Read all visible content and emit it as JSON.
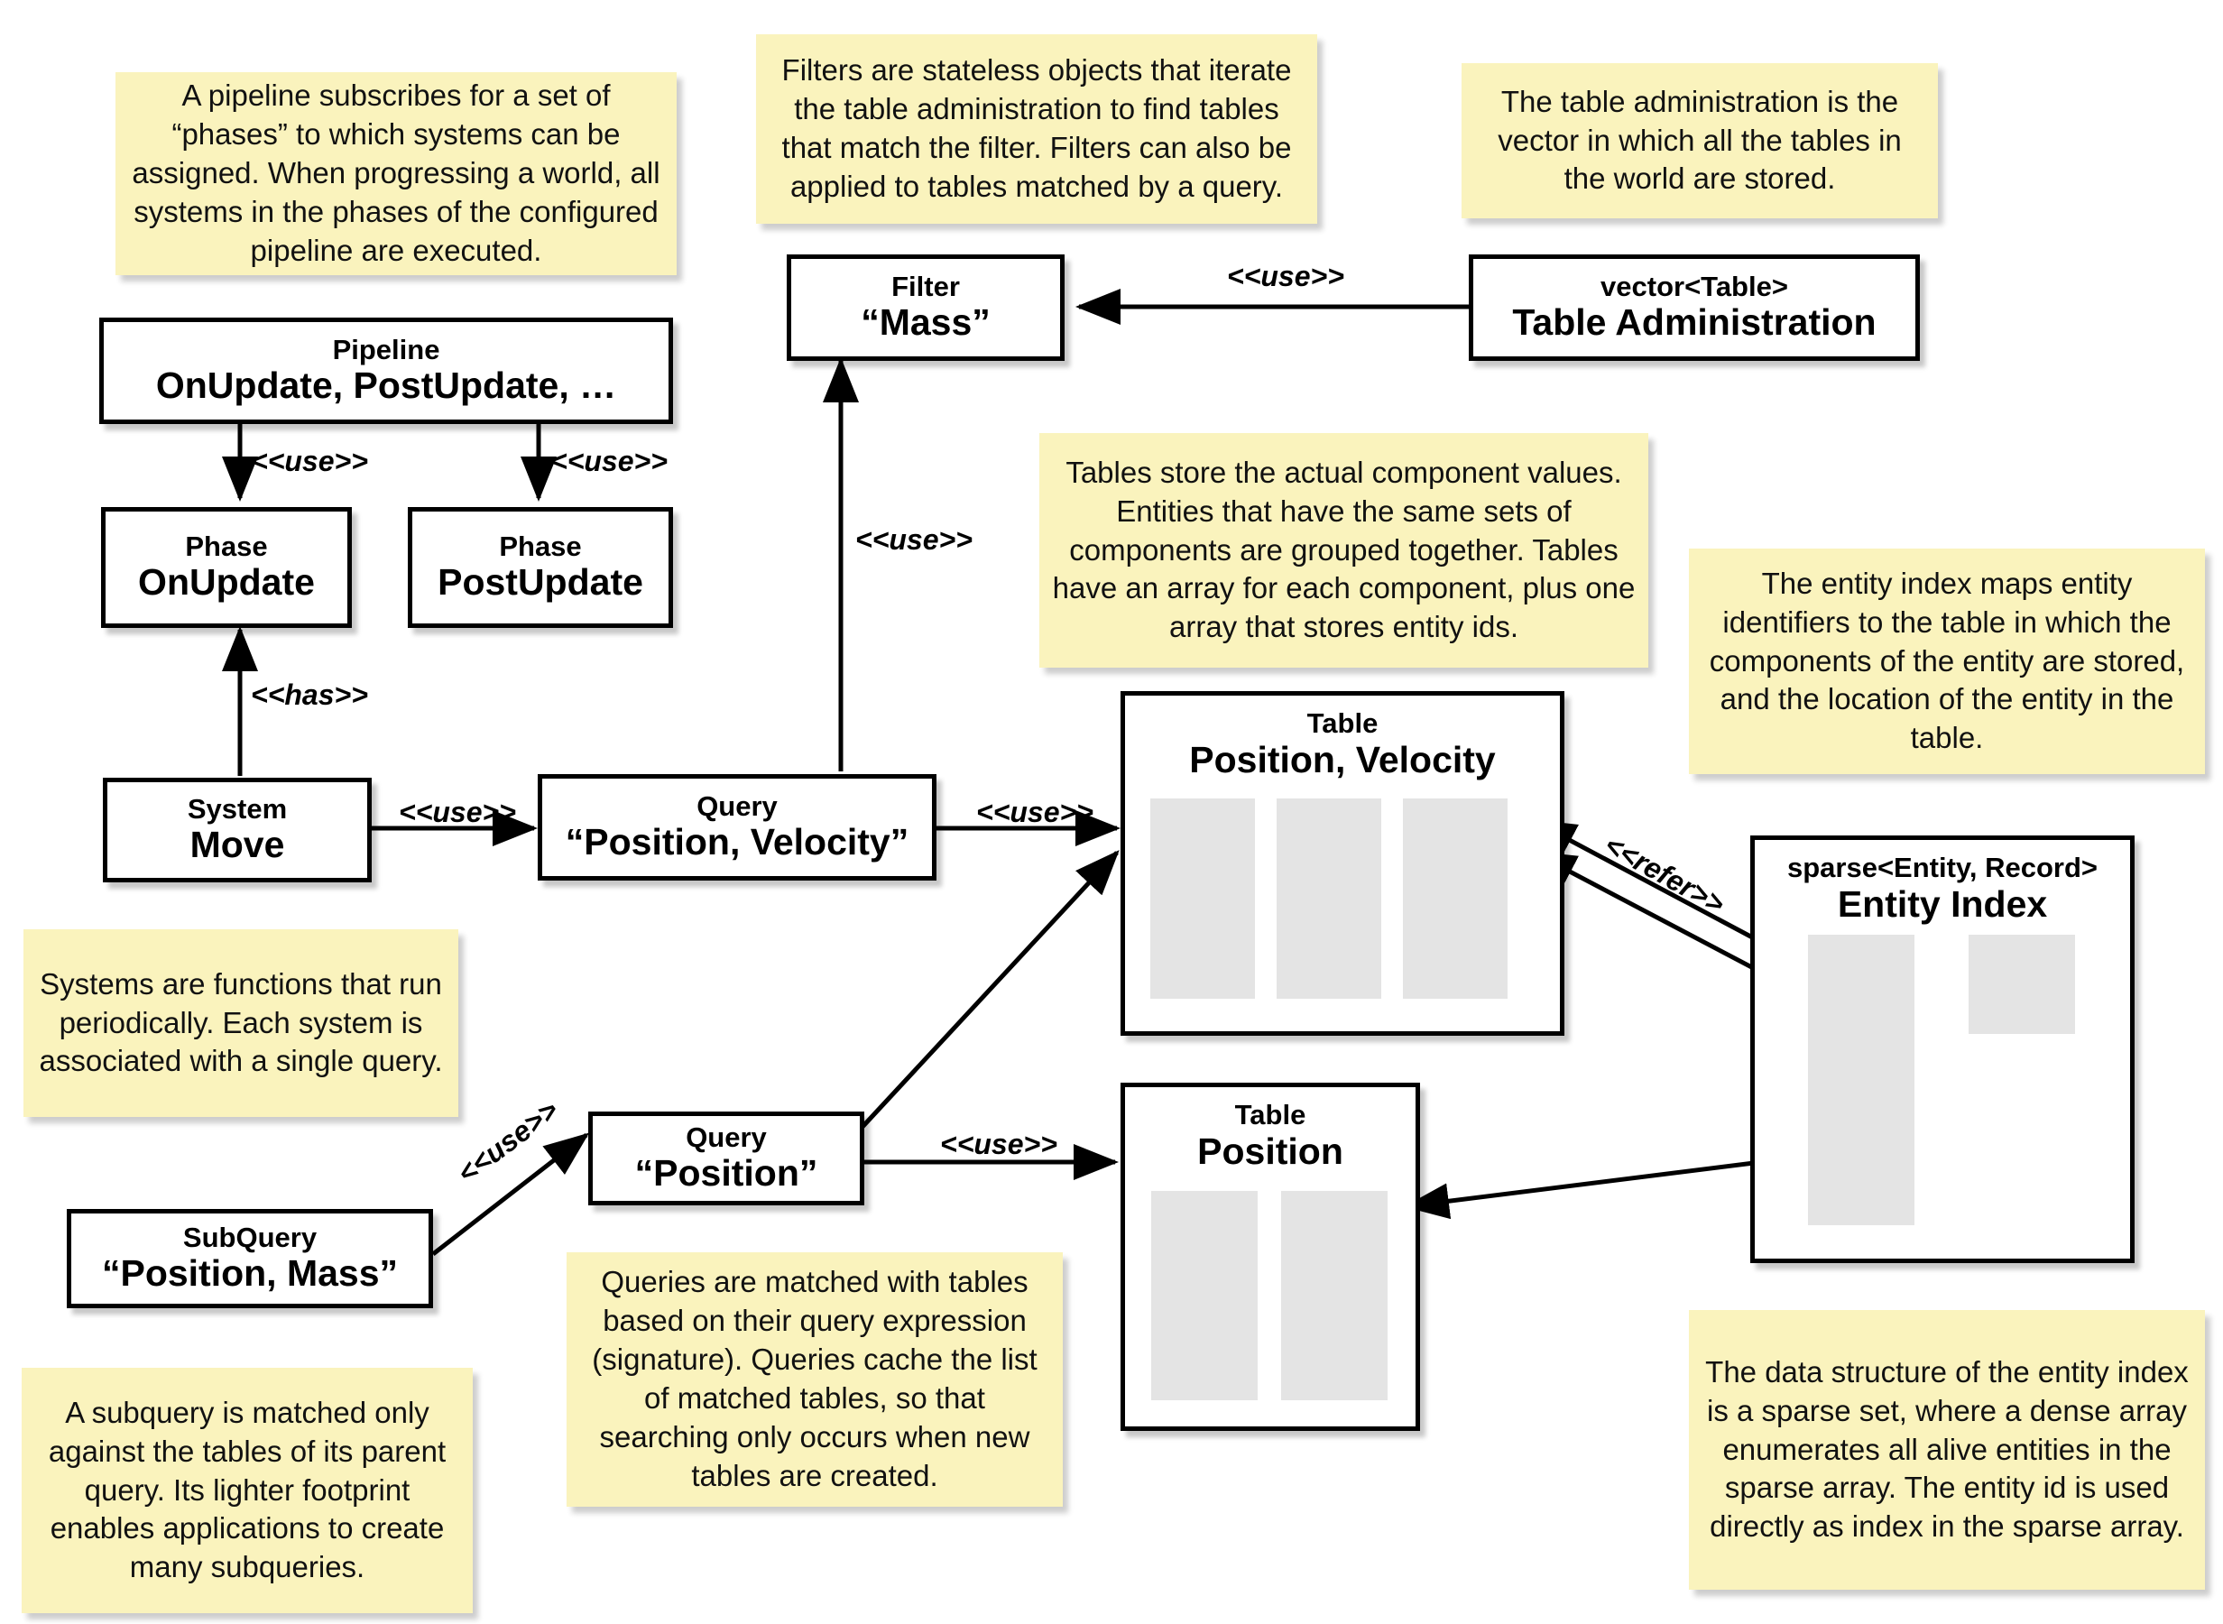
{
  "diagram": {
    "title": "ECS architecture: pipeline, phases, systems, queries, filters, tables and entity index",
    "colors": {
      "note_fill": "#faf3bd",
      "node_fill": "#ffffff",
      "node_border": "#000000",
      "column_fill": "#e4e4e4",
      "background": "#ffffff"
    }
  },
  "notes": [
    {
      "id": "note-pipeline",
      "text": "A pipeline subscribes for a set of “phases” to which systems can be assigned. When progressing a world, all systems in the phases of the configured pipeline are executed."
    },
    {
      "id": "note-filter",
      "text": "Filters are stateless objects that iterate the table administration to find tables that match the filter. Filters can also be applied to tables matched by a query."
    },
    {
      "id": "note-tableadmin",
      "text": "The table administration is the vector in which all the tables in the world are stored."
    },
    {
      "id": "note-table",
      "text": "Tables store the actual component values. Entities that have the same sets of components are grouped together. Tables have an array for each component, plus one array that stores entity ids."
    },
    {
      "id": "note-entityindex",
      "text": "The entity index maps entity identifiers to the table in which the components of the entity are stored, and the location of the entity in the table."
    },
    {
      "id": "note-system",
      "text": "Systems are functions that run periodically. Each system is associated with a single query."
    },
    {
      "id": "note-query",
      "text": "Queries are matched with tables based on their query expression (signature). Queries cache the list of matched tables, so that searching only occurs when new tables are created."
    },
    {
      "id": "note-subquery",
      "text": "A subquery is matched only against the tables of its parent query. Its lighter footprint enables applications to create many subqueries."
    },
    {
      "id": "note-sparseset",
      "text": "The data structure of the entity index is a sparse set, where a dense array enumerates all alive entities in the sparse array. The entity id is used directly as index in the sparse array."
    }
  ],
  "nodes": [
    {
      "id": "filter-mass",
      "stereo": "Filter",
      "title": "“Mass”"
    },
    {
      "id": "table-administration",
      "stereo": "vector<Table>",
      "title": "Table Administration"
    },
    {
      "id": "pipeline",
      "stereo": "Pipeline",
      "title": "OnUpdate, PostUpdate, …"
    },
    {
      "id": "phase-onupdate",
      "stereo": "Phase",
      "title": "OnUpdate"
    },
    {
      "id": "phase-postupdate",
      "stereo": "Phase",
      "title": "PostUpdate"
    },
    {
      "id": "system-move",
      "stereo": "System",
      "title": "Move"
    },
    {
      "id": "query-position-velocity",
      "stereo": "Query",
      "title": "“Position, Velocity”"
    },
    {
      "id": "query-position",
      "stereo": "Query",
      "title": "“Position”"
    },
    {
      "id": "subquery-position-mass",
      "stereo": "SubQuery",
      "title": "“Position, Mass”"
    },
    {
      "id": "table-position-velocity",
      "stereo": "Table",
      "title": "Position, Velocity"
    },
    {
      "id": "table-position",
      "stereo": "Table",
      "title": "Position"
    },
    {
      "id": "entity-index",
      "stereo": "sparse<Entity, Record>",
      "title": "Entity Index"
    }
  ],
  "edges": [
    {
      "id": "edge-tableadmin-filter",
      "label": "<<use>>"
    },
    {
      "id": "edge-pipeline-onupdate",
      "label": "<<use>>"
    },
    {
      "id": "edge-pipeline-postupdate",
      "label": "<<use>>"
    },
    {
      "id": "edge-system-phase",
      "label": "<<has>>"
    },
    {
      "id": "edge-system-query",
      "label": "<<use>>"
    },
    {
      "id": "edge-query-filter",
      "label": "<<use>>"
    },
    {
      "id": "edge-query-table",
      "label": "<<use>>"
    },
    {
      "id": "edge-queryposition-table",
      "label": "<<use>>"
    },
    {
      "id": "edge-subquery-query",
      "label": "<<use>>"
    },
    {
      "id": "edge-entityindex-table",
      "label": "<<refer>>"
    }
  ]
}
